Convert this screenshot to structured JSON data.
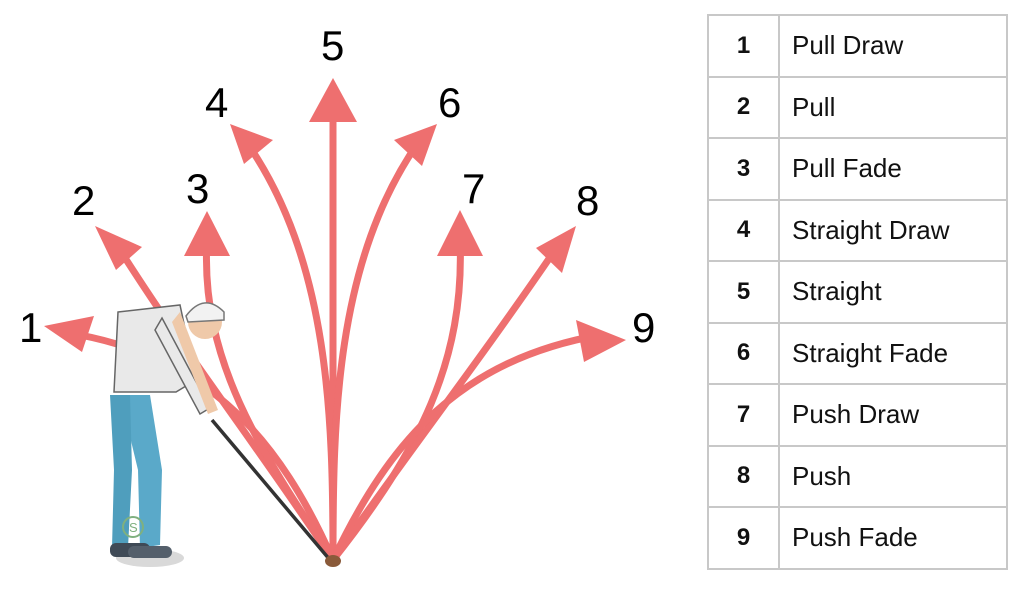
{
  "shots": [
    {
      "num": "1",
      "label": "Pull Draw"
    },
    {
      "num": "2",
      "label": "Pull"
    },
    {
      "num": "3",
      "label": "Pull Fade"
    },
    {
      "num": "4",
      "label": "Straight Draw"
    },
    {
      "num": "5",
      "label": "Straight"
    },
    {
      "num": "6",
      "label": "Straight Fade"
    },
    {
      "num": "7",
      "label": "Push Draw"
    },
    {
      "num": "8",
      "label": "Push"
    },
    {
      "num": "9",
      "label": "Push Fade"
    }
  ],
  "colors": {
    "arrow": "#ee6f6f",
    "grid": "#c8c8c8"
  },
  "watermark": "S"
}
